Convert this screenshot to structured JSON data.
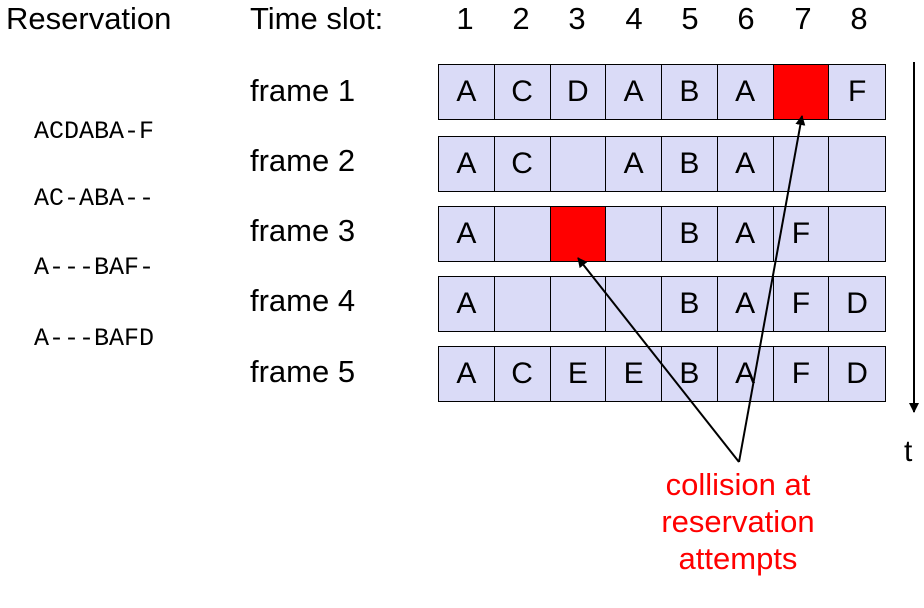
{
  "header": {
    "reservation_label": "Reservation",
    "timeslot_label": "Time slot:",
    "slots": [
      "1",
      "2",
      "3",
      "4",
      "5",
      "6",
      "7",
      "8"
    ]
  },
  "frames": [
    {
      "label": "frame 1",
      "reservation": "ACDABA-F",
      "cells": [
        "A",
        "C",
        "D",
        "A",
        "B",
        "A",
        "",
        "F"
      ],
      "collision_slots": [
        7
      ]
    },
    {
      "label": "frame 2",
      "reservation": "AC-ABA--",
      "cells": [
        "A",
        "C",
        "",
        "A",
        "B",
        "A",
        "",
        ""
      ],
      "collision_slots": []
    },
    {
      "label": "frame 3",
      "reservation": "A---BAF-",
      "cells": [
        "A",
        "",
        "",
        "",
        "B",
        "A",
        "F",
        ""
      ],
      "collision_slots": [
        3
      ]
    },
    {
      "label": "frame 4",
      "reservation": "A---BAFD",
      "cells": [
        "A",
        "",
        "",
        "",
        "B",
        "A",
        "F",
        "D"
      ],
      "collision_slots": []
    },
    {
      "label": "frame 5",
      "reservation": "",
      "cells": [
        "A",
        "C",
        "E",
        "E",
        "B",
        "A",
        "F",
        "D"
      ],
      "collision_slots": []
    }
  ],
  "time_axis_label": "t",
  "annotation": {
    "lines": [
      "collision at",
      "reservation",
      "attempts"
    ],
    "points_to": [
      {
        "frame": 1,
        "slot": 7
      },
      {
        "frame": 3,
        "slot": 3
      }
    ]
  },
  "colors": {
    "cell_fill": "#dadbf7",
    "collision_fill": "#ff0000",
    "annotation_text": "#ff0000",
    "border": "#000000"
  }
}
